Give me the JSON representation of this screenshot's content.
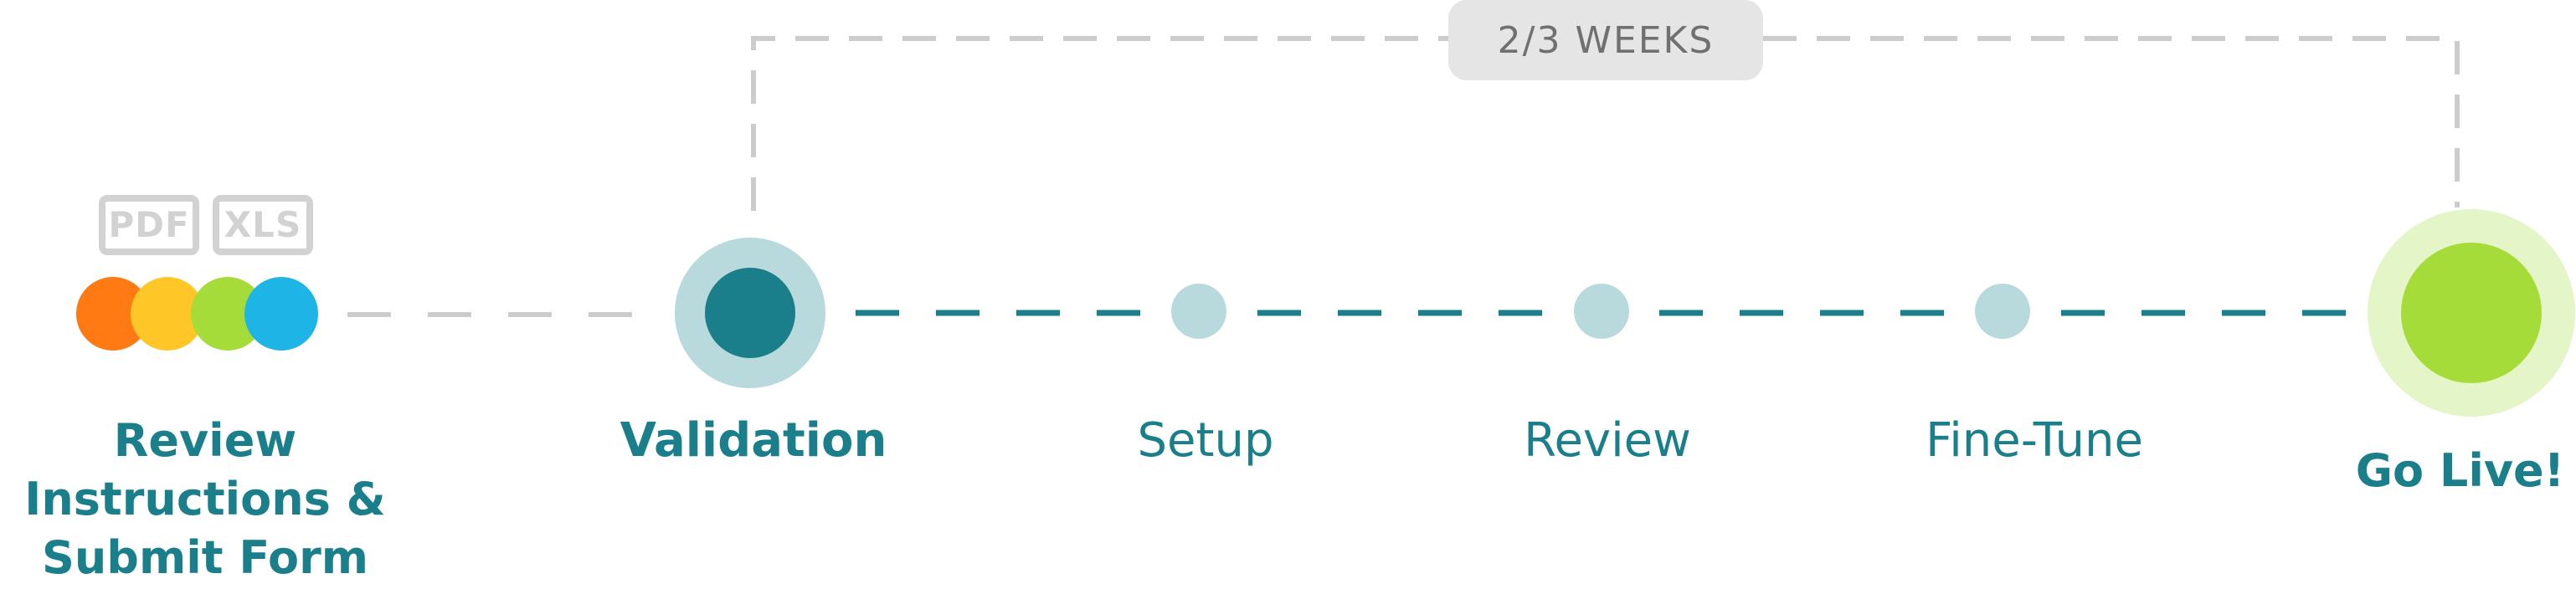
{
  "duration_badge": "2/3 WEEKS",
  "file_icons": [
    "PDF",
    "XLS"
  ],
  "steps": [
    {
      "label": "Review\nInstructions &\nSubmit Form",
      "emphasis": "bold"
    },
    {
      "label": "Validation",
      "emphasis": "bold"
    },
    {
      "label": "Setup",
      "emphasis": "normal"
    },
    {
      "label": "Review",
      "emphasis": "normal"
    },
    {
      "label": "Fine-Tune",
      "emphasis": "normal"
    },
    {
      "label": "Go Live!",
      "emphasis": "bold"
    }
  ],
  "colors": {
    "teal": "#1a7f8a",
    "teal_light": "#b9dadd",
    "green": "#a6dc3a",
    "green_light": "#e4f5c8",
    "orange": "#ff7a12",
    "yellow": "#ffc627",
    "lime": "#a6dc3a",
    "sky": "#1fb4e6",
    "gray_dash": "#cccccc",
    "gray_icon": "#d2d2d2"
  }
}
